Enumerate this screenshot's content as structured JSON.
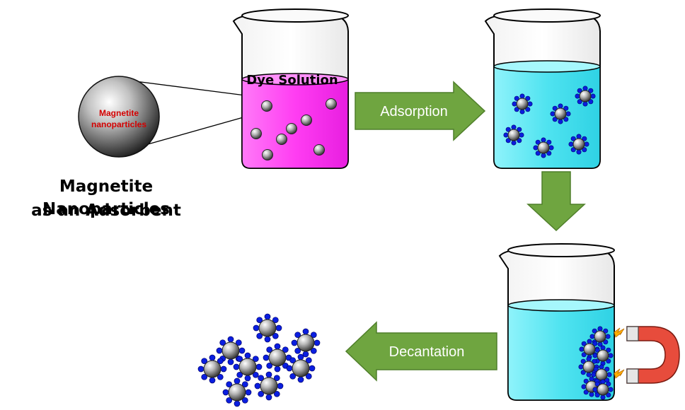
{
  "magnetite_label": {
    "line1": "Magnetite",
    "line2": "nanoparticles"
  },
  "beaker1_label": "Dye Solution",
  "step_adsorption": "Adsorption",
  "step_decantation": "Decantation",
  "caption": {
    "line1": "Magnetite Nanoparticles",
    "line2": "as an Adsorbent"
  },
  "colors": {
    "dye_solution": "#ff4df5",
    "clear_solution": "#55e6f2",
    "arrow": "#6fa540",
    "label_red": "#d40000",
    "ligand": "#0a1ee0",
    "magnet": "#e74c3c"
  }
}
